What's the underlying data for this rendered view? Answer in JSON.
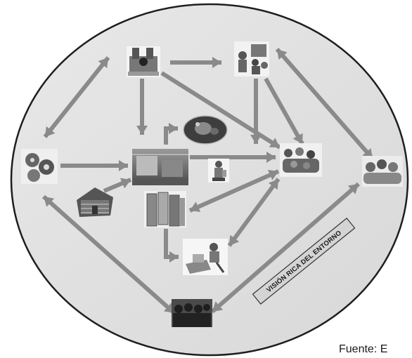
{
  "banner": {
    "text": "VISIÓN RICA DEL ENTORNO"
  },
  "source_note": "Fuente: E",
  "nodes": [
    {
      "name": "machinery-node",
      "icon": "industrial-machine-icon"
    },
    {
      "name": "meeting-node",
      "icon": "people-presentation-icon"
    },
    {
      "name": "manufacturing-node",
      "icon": "gears-icon"
    },
    {
      "name": "building-node",
      "icon": "office-building-icon"
    },
    {
      "name": "globe-node",
      "icon": "globe-icon"
    },
    {
      "name": "team-node",
      "icon": "group-people-icon"
    },
    {
      "name": "community-node",
      "icon": "crowd-icon"
    },
    {
      "name": "laboratory-node",
      "icon": "scientist-icon"
    },
    {
      "name": "warehouse-node",
      "icon": "brick-warehouse-icon"
    },
    {
      "name": "documents-node",
      "icon": "documents-icon"
    },
    {
      "name": "office-worker-node",
      "icon": "desk-worker-icon"
    },
    {
      "name": "audience-node",
      "icon": "audience-silhouettes-icon"
    }
  ],
  "colors": {
    "ellipse_fill": "#e2e2e2",
    "ellipse_stroke": "#222222",
    "arrow": "#8c8c8c",
    "banner_fill": "#d6d6d6"
  }
}
